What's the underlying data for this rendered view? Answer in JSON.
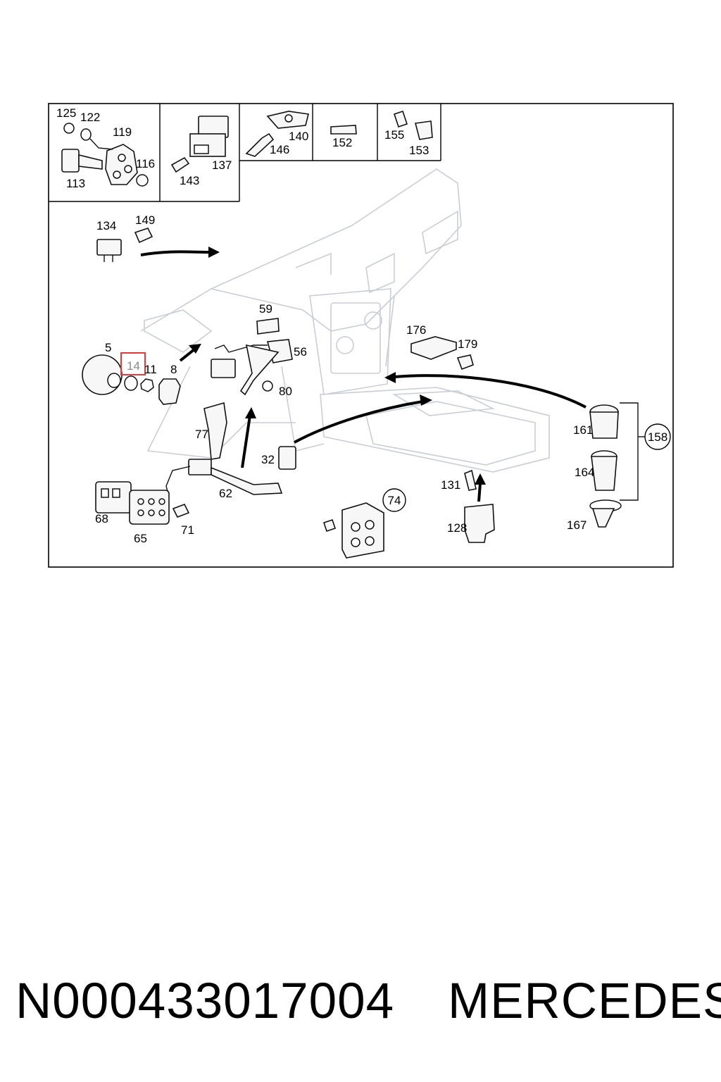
{
  "diagram": {
    "callouts": {
      "p125": "125",
      "p122": "122",
      "p119": "119",
      "p116": "116",
      "p113": "113",
      "p137": "137",
      "p143": "143",
      "p140": "140",
      "p146": "146",
      "p152": "152",
      "p155": "155",
      "p153": "153",
      "p134": "134",
      "p149": "149",
      "p59": "59",
      "p5": "5",
      "p14": "14",
      "p11": "11",
      "p8": "8",
      "p56": "56",
      "p80": "80",
      "p176": "176",
      "p179": "179",
      "p77": "77",
      "p32": "32",
      "p62": "62",
      "p68": "68",
      "p65": "65",
      "p71": "71",
      "p74": "74",
      "p131": "131",
      "p128": "128",
      "p161": "161",
      "p158": "158",
      "p164": "164",
      "p167": "167"
    },
    "highlighted_callout": "14",
    "highlight_color": "#e03a3a"
  },
  "footer": {
    "part_number": "N000433017004",
    "brand": "MERCEDES"
  }
}
